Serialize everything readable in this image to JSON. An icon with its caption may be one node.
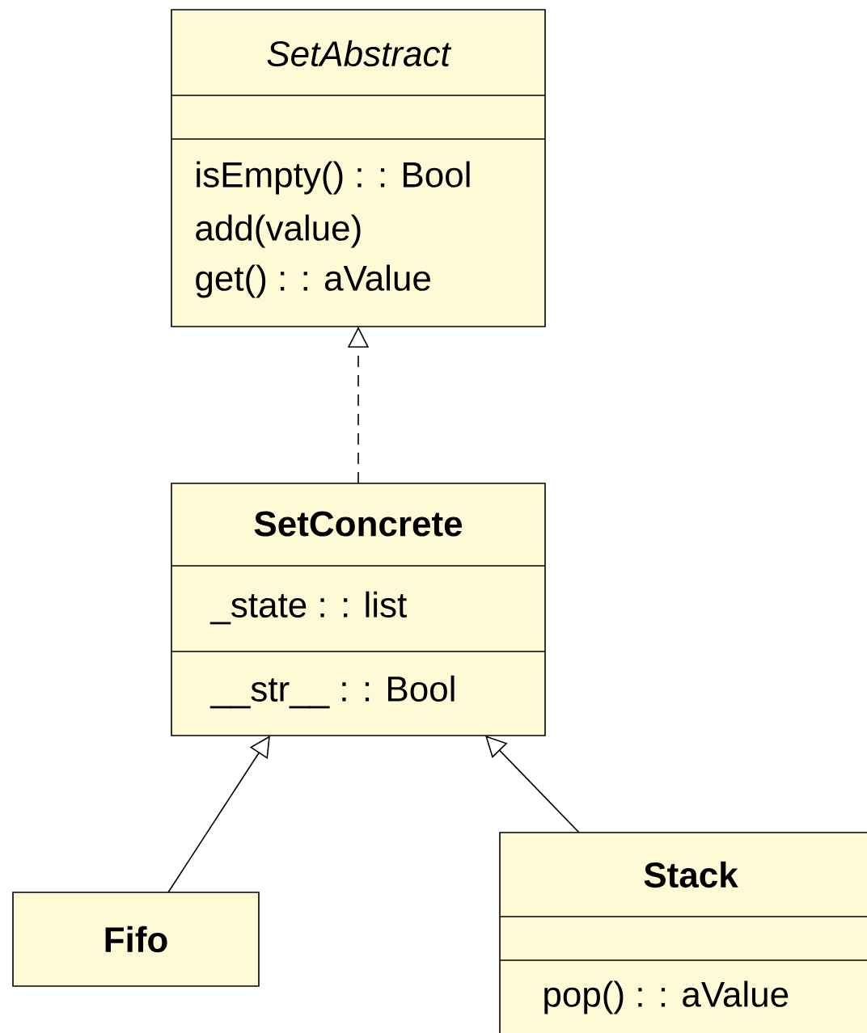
{
  "diagram": {
    "nodes": [
      {
        "text": [
          "SetAbstract",
          "isEmpty() : : Bool",
          "add(value)",
          "get() : : aValue"
        ]
      },
      {
        "text": [
          "SetConcrete",
          "_state : : list",
          "__str__ : : Bool"
        ]
      },
      {
        "text": [
          "Fifo"
        ]
      },
      {
        "text": [
          "Stack",
          "pop() : : aValue"
        ]
      }
    ],
    "edges": [
      {
        "from": 1,
        "to": 0,
        "arrow": "to",
        "style": "dashed"
      },
      {
        "from": 2,
        "to": 1,
        "arrow": "to"
      },
      {
        "from": 3,
        "to": 1,
        "arrow": "to"
      }
    ]
  }
}
